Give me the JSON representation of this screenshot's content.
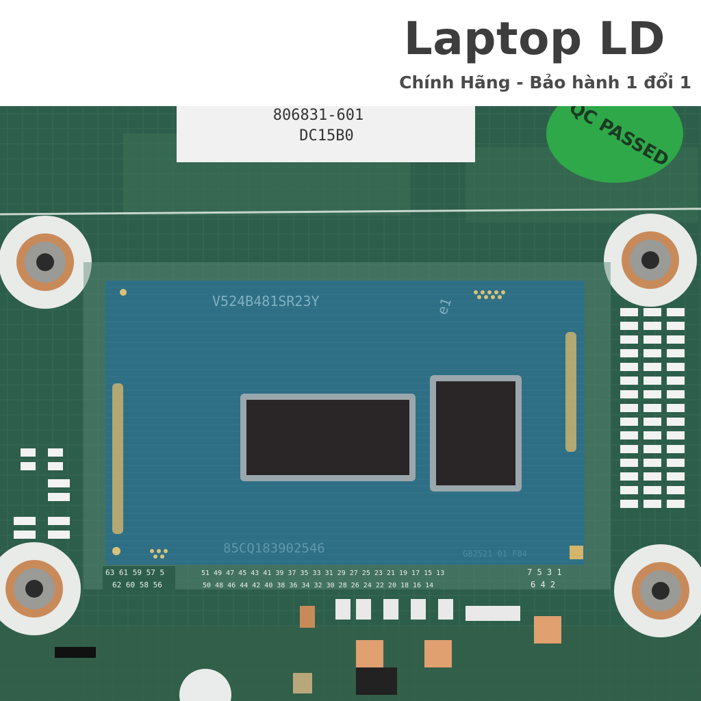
{
  "brand": {
    "title": "Laptop LD",
    "subtitle": "Chính Hãng - Bảo hành 1 đổi 1"
  },
  "photo": {
    "sticker_line1": "806831-601",
    "sticker_line2": "DC15B0",
    "qc_sticker": "QC PASSED",
    "cpu_marking_top": "V524B481SR23Y",
    "cpu_marking_e1": "e1",
    "cpu_marking_bottom": "85CQ183902546",
    "cpu_marking_corner": "G82521 01 F84",
    "pin_row_top_left": "63 61 59 57 5",
    "pin_row_bottom_left": "62 60 58 56",
    "pin_row_top_mid": "51 49 47 45 43 41 39 37 35 33 31 29 27 25 23 21 19 17 15 13",
    "pin_row_bottom_mid": "50 48 46 44 42 40 38 36 34 32 30 28 26 24 22 20 18 16 14",
    "pin_row_top_right": "7 5 3 1",
    "pin_row_bottom_right": "6 4 2",
    "colors": {
      "pcb_green": "#2d5e4b",
      "cpu_blue": "#2f6f85",
      "die_dark": "#2a2527",
      "qc_green": "#2fa84a",
      "copper": "#c98a5a"
    }
  }
}
